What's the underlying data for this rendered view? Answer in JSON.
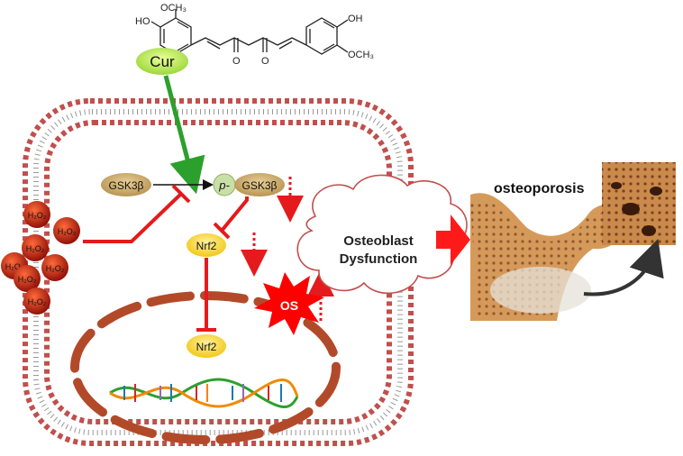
{
  "molecule": {
    "methoxy_left": "OCH₃",
    "hydroxy_left": "HO",
    "methoxy_right": "OCH₃",
    "hydroxy_right": "OH",
    "carbonyl_left": "O",
    "carbonyl_right": "O"
  },
  "labels": {
    "cur": "Cur",
    "gsk_free": "GSK3β",
    "phospho_prefix": "p-",
    "gsk_phospho": "GSK3β",
    "nrf2_cyto": "Nrf2",
    "nrf2_nucleus": "Nrf2",
    "os": "OS",
    "cloud_line1": "Osteoblast",
    "cloud_line2": "Dysfunction",
    "osteoporosis": "osteoporosis"
  },
  "h2o2": [
    "H₂O₂",
    "H₂O₂",
    "H₂O₂",
    "H₂O₂",
    "H₂O₂",
    "H₂O₂",
    "H₂O₂"
  ],
  "colors": {
    "membrane": "#c0504d",
    "inhibit": "#e41a1c",
    "activate": "#2ca02c",
    "cur_fill": "#b5f03c",
    "gsk_fill": "#c9a86a",
    "nrf2_fill": "#f7d21a",
    "nucleus": "#b24a2a",
    "h2o2_fill": "#b3160f",
    "bone": "#c98a4b"
  }
}
